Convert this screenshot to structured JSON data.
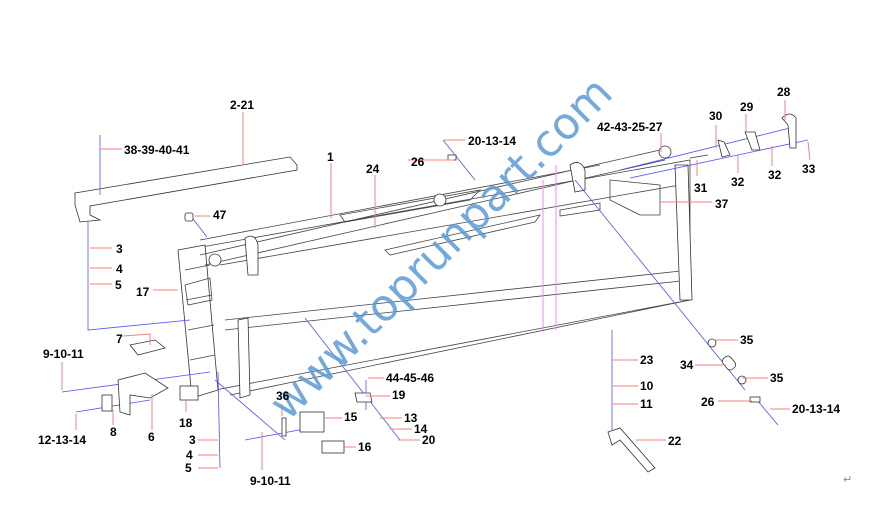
{
  "watermark": "www.toprunpart.com",
  "paragraph_mark": "↵",
  "labels": {
    "l2_21": "2-21",
    "l38_41": "38-39-40-41",
    "l1": "1",
    "l24": "24",
    "l47": "47",
    "l3a": "3",
    "l4a": "4",
    "l5a": "5",
    "l17": "17",
    "l20_13_14a": "20-13-14",
    "l26a": "26",
    "l42_27": "42-43-25-27",
    "l30": "30",
    "l29": "29",
    "l28": "28",
    "l31": "31",
    "l32a": "32",
    "l32b": "32",
    "l33": "33",
    "l37": "37",
    "l7": "7",
    "l9_10_11a": "9-10-11",
    "l12_13_14": "12-13-14",
    "l8": "8",
    "l6": "6",
    "l18": "18",
    "l3b": "3",
    "l4b": "4",
    "l5b": "5",
    "l36": "36",
    "l15": "15",
    "l16": "16",
    "l44_46": "44-45-46",
    "l19": "19",
    "l13": "13",
    "l14": "14",
    "l20": "20",
    "l9_10_11b": "9-10-11",
    "l23": "23",
    "l10": "10",
    "l11": "11",
    "l22": "22",
    "l35a": "35",
    "l34": "34",
    "l35b": "35",
    "l26b": "26",
    "l20_13_14b": "20-13-14"
  }
}
